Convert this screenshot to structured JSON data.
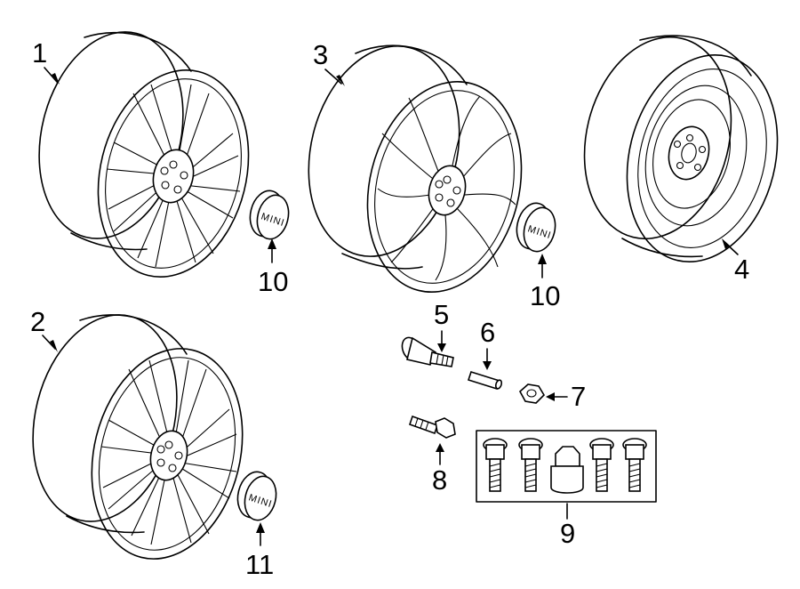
{
  "diagram": {
    "parts": [
      {
        "id": "wheel-1",
        "callout": "1",
        "kind": "alloy wheel, multi-spoke"
      },
      {
        "id": "wheel-2",
        "callout": "2",
        "kind": "alloy wheel, twin-spoke"
      },
      {
        "id": "wheel-3",
        "callout": "3",
        "kind": "alloy wheel, swirl-spoke"
      },
      {
        "id": "spare-wheel",
        "callout": "4",
        "kind": "steel spare wheel"
      },
      {
        "id": "valve-stem",
        "callout": "5",
        "kind": "valve stem"
      },
      {
        "id": "pin",
        "callout": "6",
        "kind": "pin"
      },
      {
        "id": "nut",
        "callout": "7",
        "kind": "hex nut"
      },
      {
        "id": "wheel-bolt",
        "callout": "8",
        "kind": "wheel bolt"
      },
      {
        "id": "lock-set",
        "callout": "9",
        "kind": "wheel lock set"
      },
      {
        "id": "center-cap-a",
        "callout": "10",
        "kind": "center cap"
      },
      {
        "id": "center-cap-b",
        "callout": "10",
        "kind": "center cap"
      },
      {
        "id": "center-cap-c",
        "callout": "11",
        "kind": "center cap"
      }
    ],
    "cap_logo_text": "MINI"
  }
}
